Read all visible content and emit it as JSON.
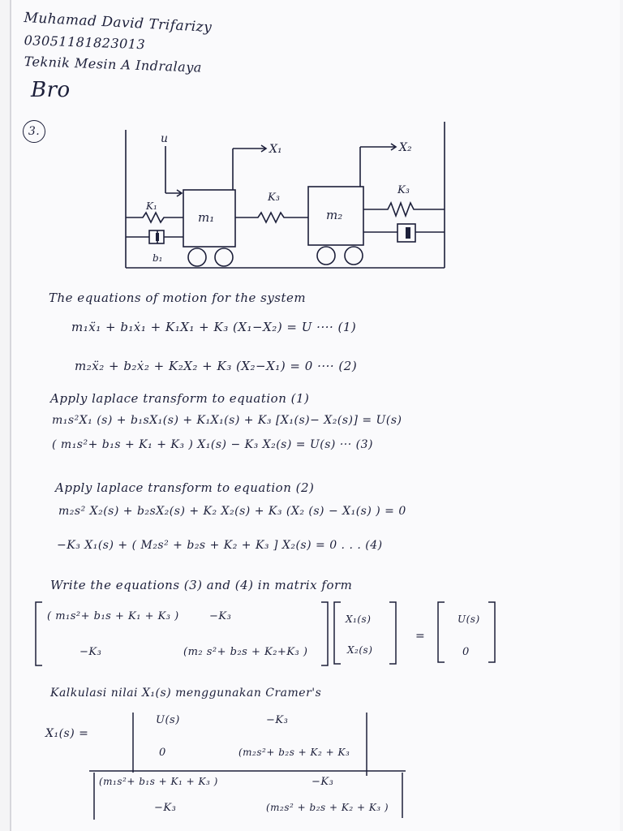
{
  "header": {
    "name": "Muhamad David Trifarizy",
    "nim": "03051181823013",
    "dept": "Teknik Mesin A  Indralaya",
    "signature": "Bro",
    "question_number": "3."
  },
  "diagram": {
    "input": "u",
    "x1": "X₁",
    "x2": "X₂",
    "k1": "K₁",
    "k3_mid": "K₃",
    "k3_right": "K₃",
    "b1": "b₁",
    "m1": "m₁",
    "m2": "m₂"
  },
  "text": {
    "eom_title": "The equations of motion for the system",
    "eq1": "m₁ẍ₁ + b₁ẋ₁ + K₁X₁ + K₃ (X₁−X₂) = U ···· (1)",
    "eq2": "m₂ẍ₂ + b₂ẋ₂ + K₂X₂ + K₃ (X₂−X₁) = 0 ···· (2)",
    "laplace1_title": "Apply laplace transform to equation (1)",
    "laplace1_a": "m₁s²X₁ (s) + b₁sX₁(s) + K₁X₁(s) + K₃ [X₁(s)− X₂(s)]  = U(s)",
    "laplace1_b": "( m₁s²+ b₁s + K₁ + K₃ ) X₁(s) − K₃ X₂(s)  = U(s)  ···      (3)",
    "laplace2_title": "Apply laplace transform to equation (2)",
    "laplace2_a": "m₂s² X₂(s) + b₂sX₂(s) + K₂ X₂(s) + K₃ (X₂ (s) − X₁(s) ) = 0",
    "laplace2_b": "−K₃ X₁(s) + ( M₂s² + b₂s + K₂ + K₃ ] X₂(s) = 0  . . . (4)",
    "matrix_title": "Write the equations (3) and (4) in matrix form",
    "m11": "( m₁s²+ b₁s + K₁ + K₃ )",
    "m12": "−K₃",
    "m21": "−K₃",
    "m22": "(m₂ s²+ b₂s + K₂+K₃ )",
    "v1": "X₁(s)",
    "v2": "X₂(s)",
    "equals": "=",
    "r1": "U(s)",
    "r2": "0",
    "cramer_title": "Kalkulasi nilai X₁(s) menggunakan Cramer's",
    "x1s": "X₁(s) =",
    "n11": "U(s)",
    "n12": "−K₃",
    "n21": "0",
    "n22": "(m₂s²+ b₂s + K₂ + K₃",
    "d11": "(m₁s²+ b₁s + K₁ + K₃ )",
    "d12": "−K₃",
    "d21": "−K₃",
    "d22": "(m₂s² + b₂s + K₂ + K₃ )"
  }
}
